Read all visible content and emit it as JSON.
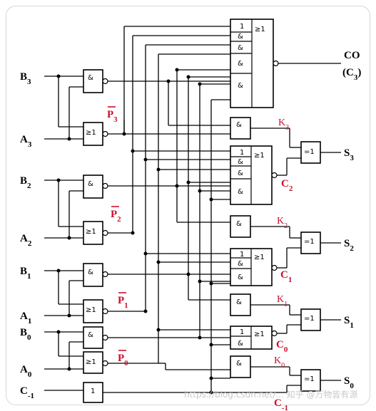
{
  "gate_symbols": {
    "and": "&",
    "or": "≥1",
    "xor": "=1",
    "buf": "1"
  },
  "inputs": {
    "b3": {
      "base": "B",
      "sub": "3"
    },
    "a3": {
      "base": "A",
      "sub": "3"
    },
    "b2": {
      "base": "B",
      "sub": "2"
    },
    "a2": {
      "base": "A",
      "sub": "2"
    },
    "b1": {
      "base": "B",
      "sub": "1"
    },
    "a1": {
      "base": "A",
      "sub": "1"
    },
    "b0": {
      "base": "B",
      "sub": "0"
    },
    "a0": {
      "base": "A",
      "sub": "0"
    },
    "cin": {
      "base": "C",
      "sub": "-1"
    }
  },
  "propagate_labels": {
    "p3": {
      "base": "P",
      "sub": "3"
    },
    "p2": {
      "base": "P",
      "sub": "2"
    },
    "p1": {
      "base": "P",
      "sub": "1"
    },
    "p0": {
      "base": "P",
      "sub": "0"
    }
  },
  "k_labels": {
    "k3": {
      "base": "K",
      "sub": "3"
    },
    "k2": {
      "base": "K",
      "sub": "2"
    },
    "k1": {
      "base": "K",
      "sub": "1"
    },
    "k0": {
      "base": "K",
      "sub": "0"
    }
  },
  "carry_labels": {
    "c2": {
      "base": "C",
      "sub": "2"
    },
    "c1": {
      "base": "C",
      "sub": "1"
    },
    "c0": {
      "base": "C",
      "sub": "0"
    },
    "cin_out": {
      "base": "C",
      "sub": "-1"
    }
  },
  "outputs": {
    "co": "CO",
    "c3": {
      "open": "(C",
      "sub": "3",
      "close": ")"
    },
    "s3": {
      "base": "S",
      "sub": "3"
    },
    "s2": {
      "base": "S",
      "sub": "2"
    },
    "s1": {
      "base": "S",
      "sub": "1"
    },
    "s0": {
      "base": "S",
      "sub": "0"
    }
  },
  "colors": {
    "ink": "#000000",
    "signal_red": "#c8102e",
    "watermark": "#c9c9c9"
  },
  "watermark": "https://blog.csdn.net/... 知乎 @万物皆有源"
}
